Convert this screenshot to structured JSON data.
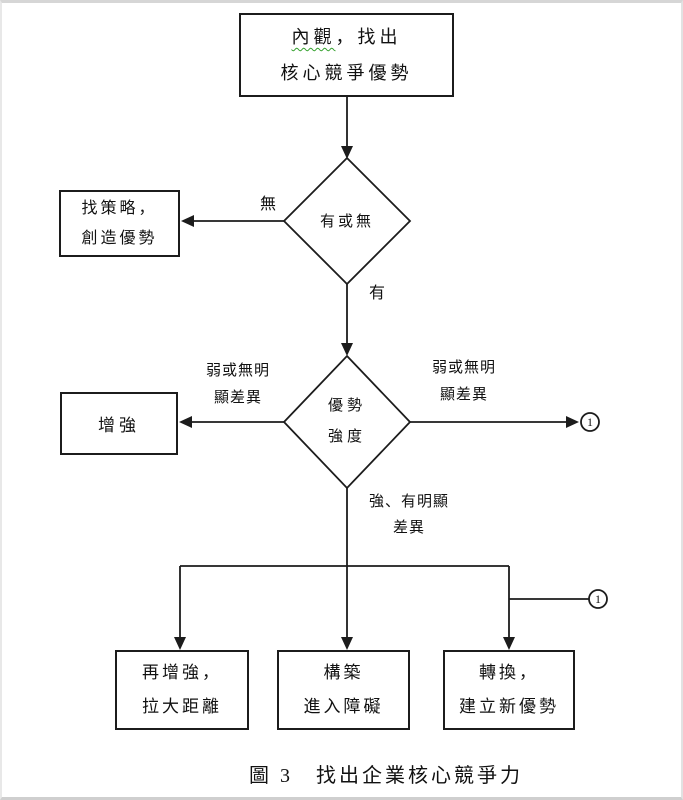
{
  "page": {
    "caption": "圖 3　找出企業核心競爭力"
  },
  "colors": {
    "background": "#ffffff",
    "line": "#1c1c1c",
    "text": "#111111",
    "spellcheck_underline": "#33a02c",
    "frame": "#d6d6d6"
  },
  "flowchart": {
    "top_box": {
      "line1_underlined": "內觀",
      "line1_rest": "，找出",
      "line2": "核心競爭優勢"
    },
    "decision_has_advantage": {
      "label": "有或無"
    },
    "strategy_box": {
      "line1": "找策略，",
      "line2": "創造優勢"
    },
    "decision_strength": {
      "line1": "優勢",
      "line2": "強度"
    },
    "enhance_box": {
      "label": "增強"
    },
    "reinforce_box": {
      "line1": "再增強，",
      "line2": "拉大距離"
    },
    "barrier_box": {
      "line1": "構築",
      "line2": "進入障礙"
    },
    "transform_box": {
      "line1": "轉換，",
      "line2": "建立新優勢"
    },
    "edge_labels": {
      "no": "無",
      "yes": "有",
      "weak_left": {
        "line1": "弱或無明",
        "line2": "顯差異"
      },
      "weak_right": {
        "line1": "弱或無明",
        "line2": "顯差異"
      },
      "strong": {
        "line1": "強、有明顯",
        "line2": "差異"
      }
    },
    "connector_refs": {
      "right_of_decision2": "1",
      "right_of_branch": "1"
    }
  }
}
